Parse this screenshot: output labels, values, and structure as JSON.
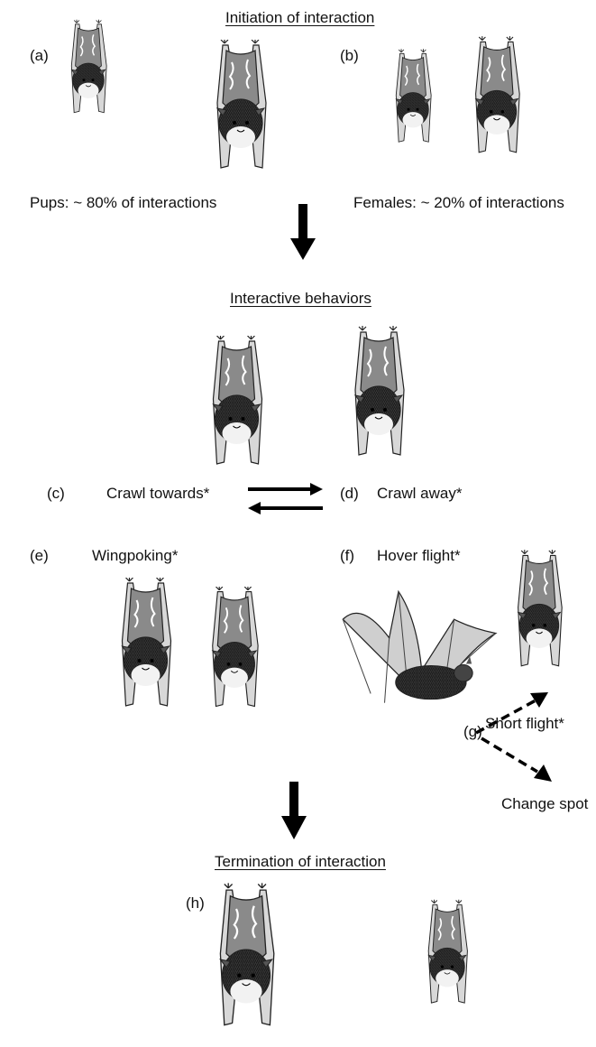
{
  "headings": {
    "initiation": "Initiation of interaction",
    "interactive": "Interactive behaviors",
    "termination": "Termination of interaction"
  },
  "panels": {
    "a": "(a)",
    "b": "(b)",
    "c": "(c)",
    "d": "(d)",
    "e": "(e)",
    "f": "(f)",
    "g": "(g)",
    "h": "(h)"
  },
  "labels": {
    "pups": "Pups: ~ 80% of interactions",
    "females": "Females: ~ 20% of interactions",
    "crawl_towards": "Crawl towards*",
    "crawl_away": "Crawl away*",
    "wingpoking": "Wingpoking*",
    "hover_flight": "Hover flight*",
    "short_flight": "Short flight*",
    "change_spot": "Change spot"
  }
}
